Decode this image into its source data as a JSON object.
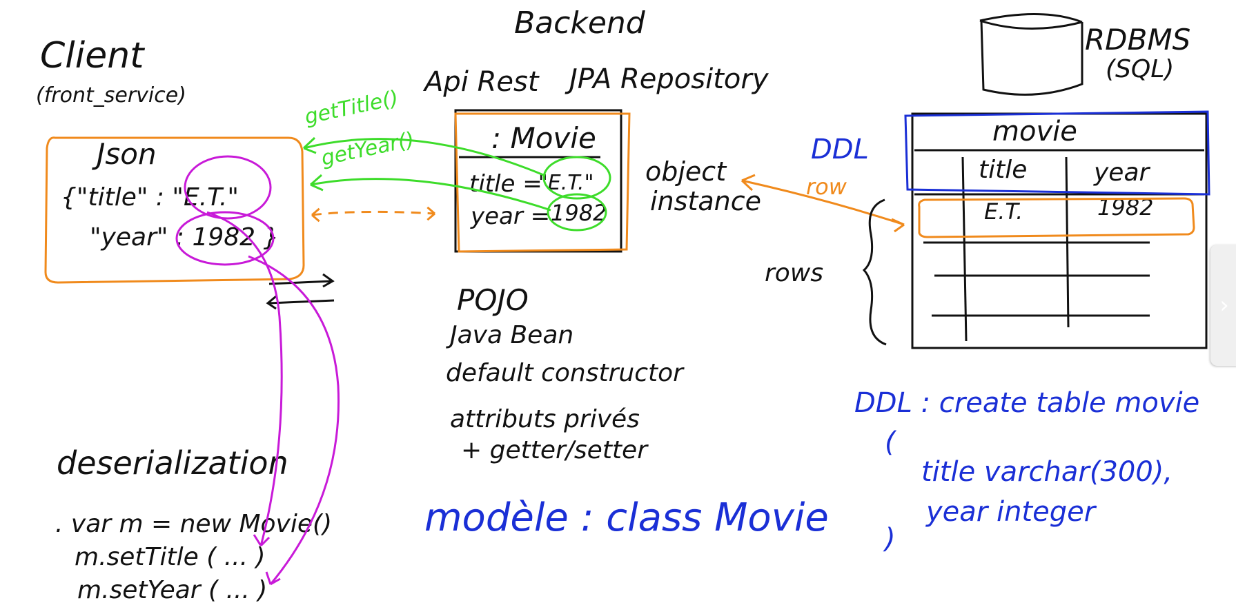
{
  "title": "Backend",
  "client": {
    "title": "Client",
    "subtitle": "(front_service)",
    "json_label": "Json",
    "json_line1": "{\"title\" : \"E.T.\"",
    "json_line2": "\"year\" : 1982 }"
  },
  "backend": {
    "api_label": "Api Rest",
    "jpa_label": "JPA Repository",
    "object_header": ": Movie",
    "obj_title_key": "title =",
    "obj_title_val": "\"E.T.\"",
    "obj_year_key": "year =",
    "obj_year_val": "1982",
    "object_instance": [
      "object",
      "instance"
    ],
    "getter_title": "getTitle()",
    "getter_year": "getYear()"
  },
  "pojo": {
    "lines": [
      "POJO",
      "Java Bean",
      "default constructor",
      "attributs privés",
      "+ getter/setter"
    ],
    "modele": "modèle : class Movie"
  },
  "rdbms": {
    "label": [
      "RDBMS",
      "(SQL)"
    ],
    "table_name": "movie",
    "col_title": "title",
    "col_year": "year",
    "row_title": "E.T.",
    "row_year": "1982",
    "ddl_label": "DDL",
    "row_label": "row",
    "rows_label": "rows"
  },
  "ddl_code": {
    "line1": "DDL : create table movie",
    "open": "(",
    "line2": "title varchar(300),",
    "line3": "year integer",
    "close": ")"
  },
  "deser": {
    "label": "deserialization",
    "line1": ". var m = new Movie()",
    "line2": "m.setTitle ( ... )",
    "line3": "m.setYear ( ... )"
  },
  "colors": {
    "black": "#111111",
    "blue": "#1a2fd6",
    "green": "#3ddc2a",
    "magenta": "#c81ad8",
    "orange": "#f08a1c"
  },
  "side_tab": {
    "icon": "chevron-right-icon",
    "glyph": "›"
  }
}
